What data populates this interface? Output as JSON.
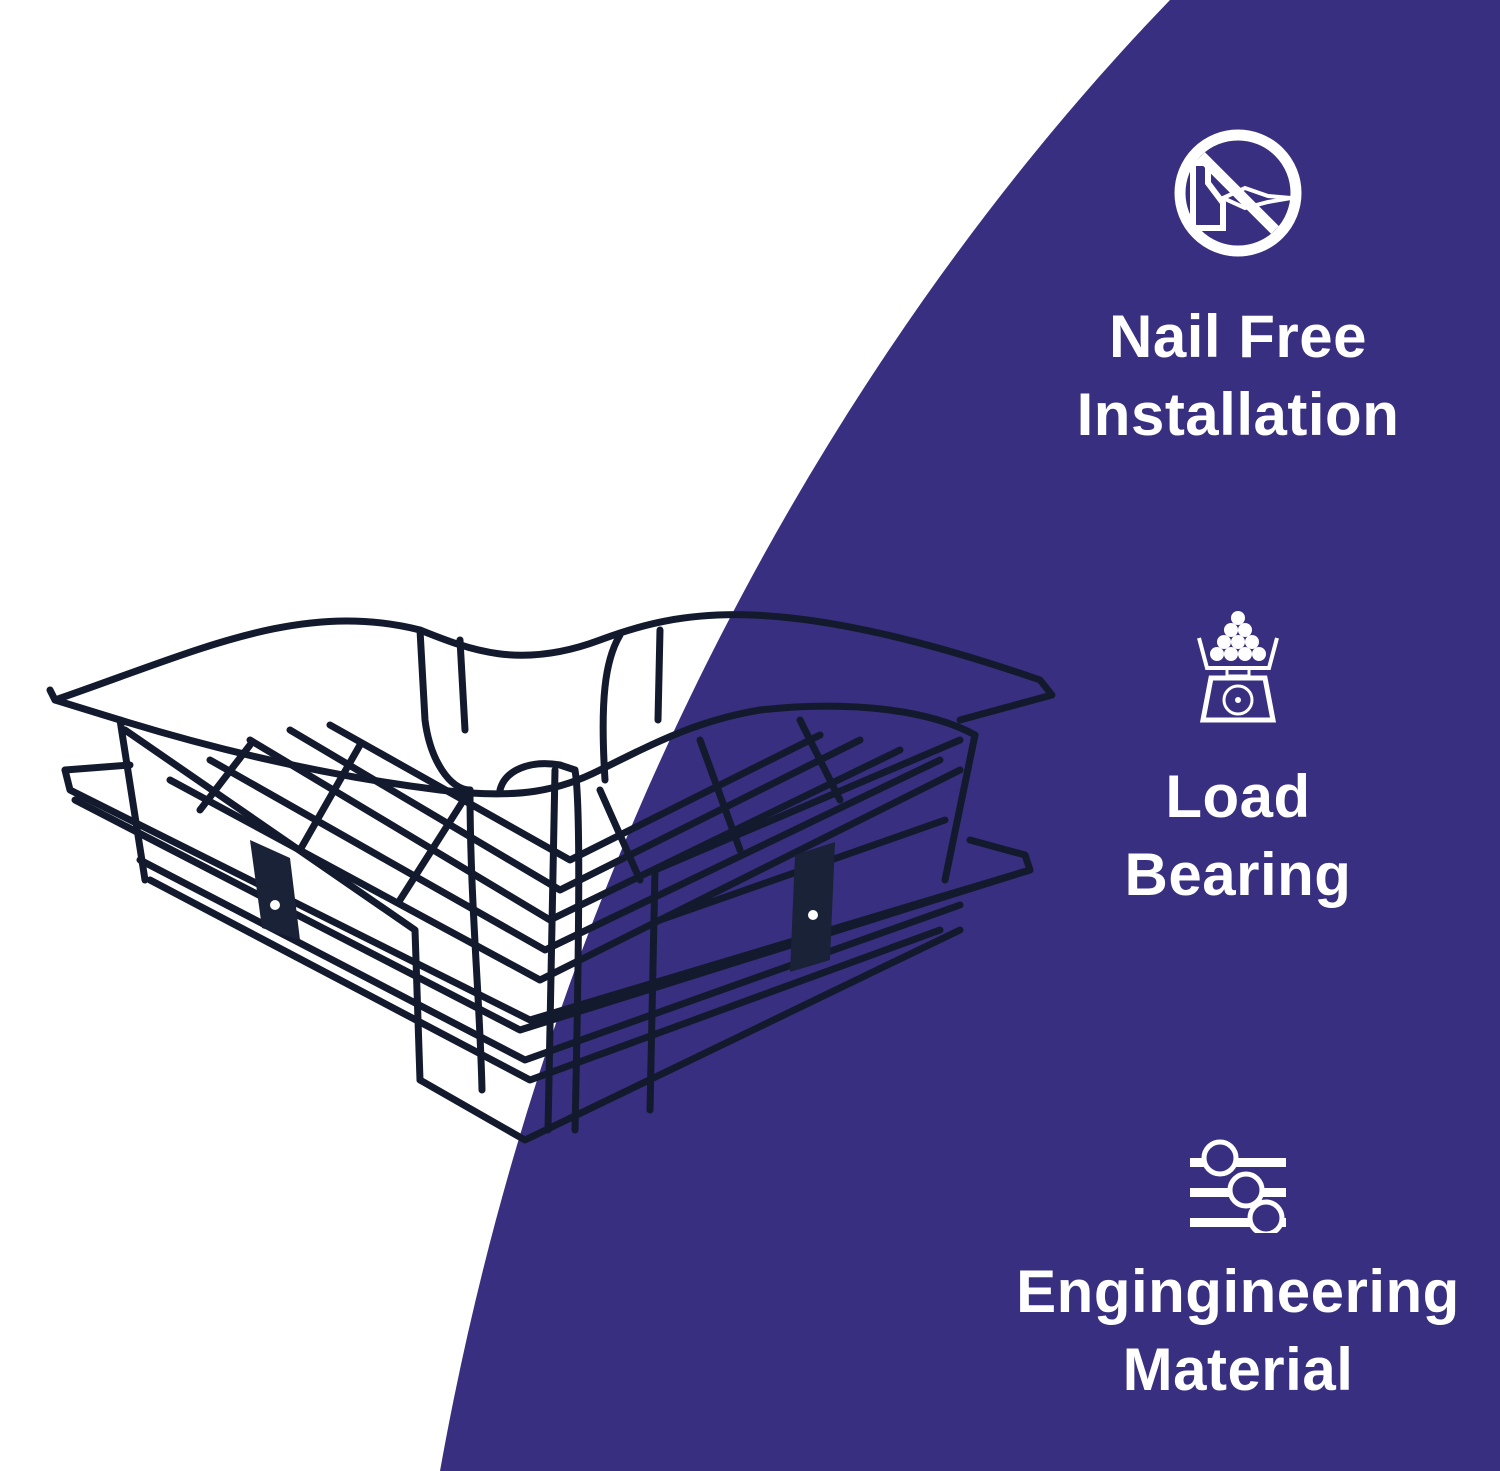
{
  "colors": {
    "panel": "#392F80",
    "background": "#FFFFFF",
    "wire": "#131A2E",
    "text": "#FFFFFF"
  },
  "product": {
    "name": "black-wire-corner-shelf-basket"
  },
  "features": [
    {
      "icon": "no-drill-icon",
      "label": "Nail Free\nInstallation"
    },
    {
      "icon": "scale-weight-icon",
      "label": "Load\nBearing"
    },
    {
      "icon": "slider-material-icon",
      "label": "Engingineering\nMaterial"
    }
  ]
}
